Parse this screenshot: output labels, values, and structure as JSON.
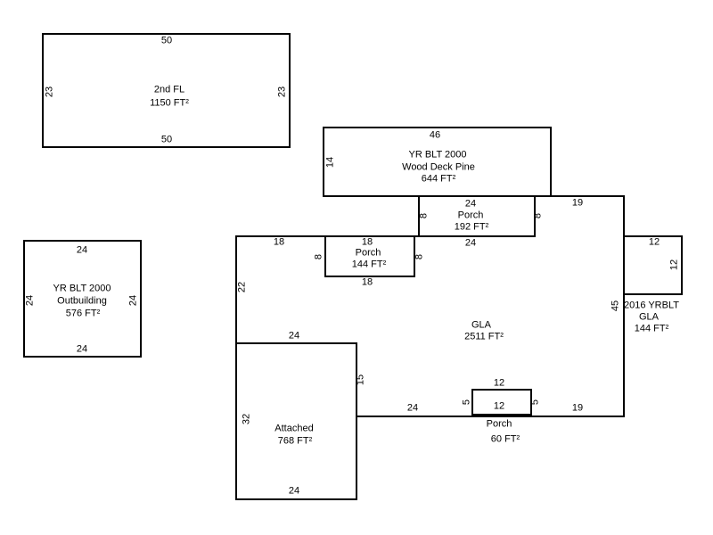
{
  "sketch": {
    "second_floor": {
      "name": "2nd FL",
      "area": "1150 FT²",
      "dim_top": "50",
      "dim_left": "23",
      "dim_right": "23",
      "dim_bottom": "50"
    },
    "outbuilding": {
      "line1": "YR BLT 2000",
      "line2": "Outbuilding",
      "area": "576 FT²",
      "dim_top": "24",
      "dim_left": "24",
      "dim_right": "24",
      "dim_bottom": "24"
    },
    "wood_deck": {
      "line1": "YR BLT 2000",
      "line2": "Wood Deck Pine",
      "area": "644 FT²",
      "dim_top": "46",
      "dim_left": "14"
    },
    "porch_192": {
      "name": "Porch",
      "area": "192 FT²",
      "dim_top": "24",
      "dim_left": "8",
      "dim_right": "8",
      "dim_bottom": "24"
    },
    "porch_144": {
      "name": "Porch",
      "area": "144 FT²",
      "dim_top": "18",
      "dim_left": "8",
      "dim_right": "8",
      "dim_bottom": "18"
    },
    "gla": {
      "name": "GLA",
      "area": "2511 FT²",
      "dim_top_left": "18",
      "dim_left": "22",
      "dim_top_right": "19",
      "dim_right": "45",
      "dim_bottom_right": "19",
      "dim_bottom_mid": "24"
    },
    "gla_2016": {
      "line1": "2016 YRBLT",
      "line2": "GLA",
      "area": "144 FT²",
      "dim_top": "12",
      "dim_right": "12"
    },
    "attached": {
      "name": "Attached",
      "area": "768 FT²",
      "dim_top": "24",
      "dim_left": "32",
      "dim_right": "15",
      "dim_bottom": "24"
    },
    "porch_60": {
      "name": "Porch",
      "area": "60 FT²",
      "dim_top": "12",
      "dim_left": "5",
      "dim_right": "5",
      "dim_bottom": "12"
    },
    "colors": {
      "line": "#000000",
      "background": "#ffffff"
    }
  }
}
